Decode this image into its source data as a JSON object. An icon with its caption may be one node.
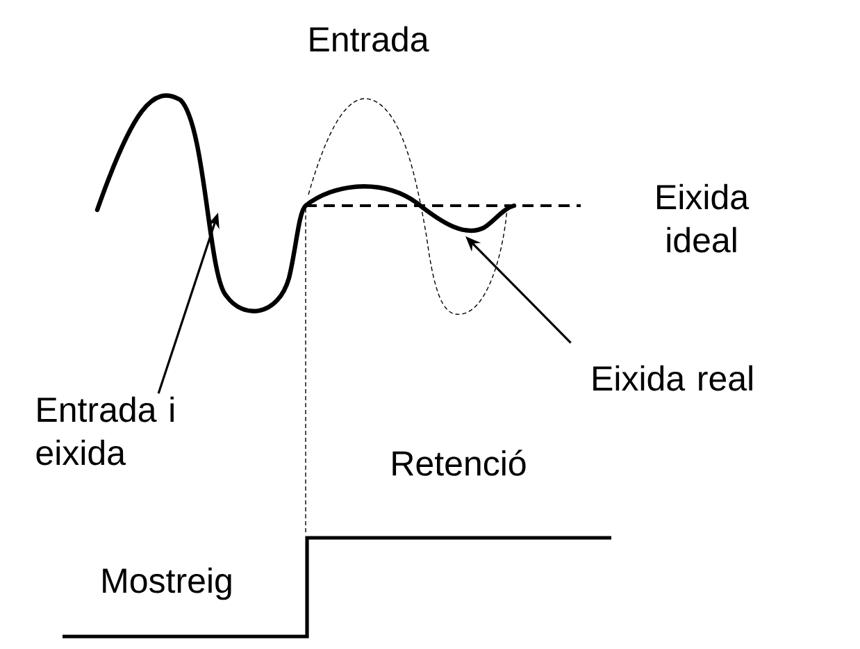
{
  "diagram": {
    "nodes": [
      {
        "text": [
          "Entrada i eixida"
        ]
      },
      {
        "text": [
          "Eixida real"
        ]
      }
    ],
    "edges": [
      {
        "from": 0,
        "to": null,
        "arrow": "to"
      },
      {
        "from": 1,
        "to": null,
        "arrow": "to"
      }
    ],
    "labels": [
      "Entrada",
      "Eixida ideal",
      "Retenció",
      "Mostreig"
    ]
  }
}
